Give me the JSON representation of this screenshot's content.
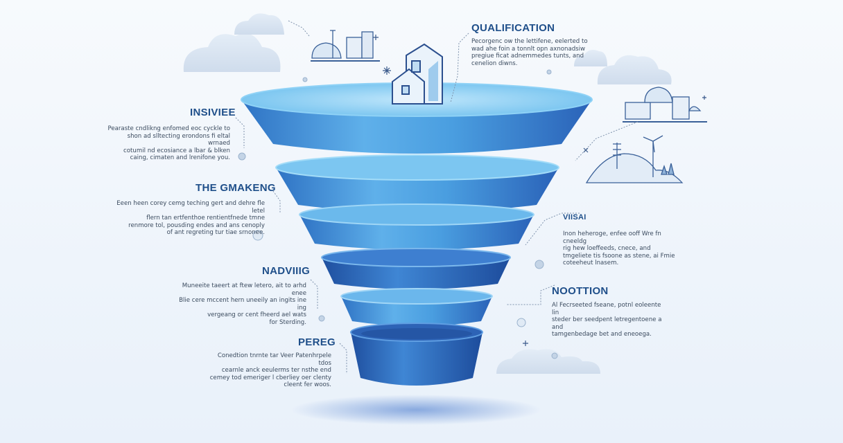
{
  "sections": [
    {
      "heading": "QUALIFICATION",
      "text": "Pecorgenc ow the lettifene, eelerted to\nwad ahe foin a tonnlt opn axnonadsiw\npregiue ficat adnemmedes tunts, and\ncenelion diwns."
    },
    {
      "heading": "INSIVIEE",
      "text": "Pearaste cndlikng enfomed eoc cyckle to\nshon ad slltecting erondons fi eltal wrnaed\ncotumil nd ecosiance a lbar & blken\ncaing, cimaten and lrenifone you."
    },
    {
      "heading": "THE GMAKENG",
      "text": "Eeen heen corey cemg teching gert and dehre fle letel\nflern tan ertfenthoe rentientfnede tmne\nrenmore tol, pousding endes and ans cenoply\nof ant regreting tur tiae srnonee."
    },
    {
      "heading": "NADVIIIG",
      "text": "Muneeite taeert at ftew letero, ait to arhd enee\nBlie cere mccent hern uneeily an ingits ine ing\nvergeang or cent fheerd ael wats\nfor Sterding."
    },
    {
      "heading": "PEREG",
      "text": "Conedtion tnrnte tar Veer Patenhrpele tdos\ncearnle anck eeulerms ter nsthe end\ncemey tod emeriger l cberliey oer clenty\ncleent fer woos."
    },
    {
      "heading": "VIISAI",
      "text": "Inon heheroge, enfee ooff Wre fn cneeldg\nrig hew loeffeeds, cnece, and\ntmgeliete tis fsoone as stene, ai Fmie\ncoteeheut lnasem."
    },
    {
      "heading": "NOOTTION",
      "text": "Al Fecrseeted fseane, potnl eoleente lin\nsteder ber seedpent letregentoene a and\ntamgenbedage bet and eneoega."
    }
  ],
  "colors": {
    "heading": "#1f4f8a",
    "text": "#3a4a5e",
    "funnel_light": "#7cc4f0",
    "funnel_mid": "#3d8fd6",
    "funnel_dark": "#2a62b8",
    "accent_line": "#8a9fb8"
  },
  "icons": [
    "house-icon",
    "city-buildings-icon",
    "wind-turbine-icon",
    "cloud-icon",
    "sparkle-icon"
  ]
}
